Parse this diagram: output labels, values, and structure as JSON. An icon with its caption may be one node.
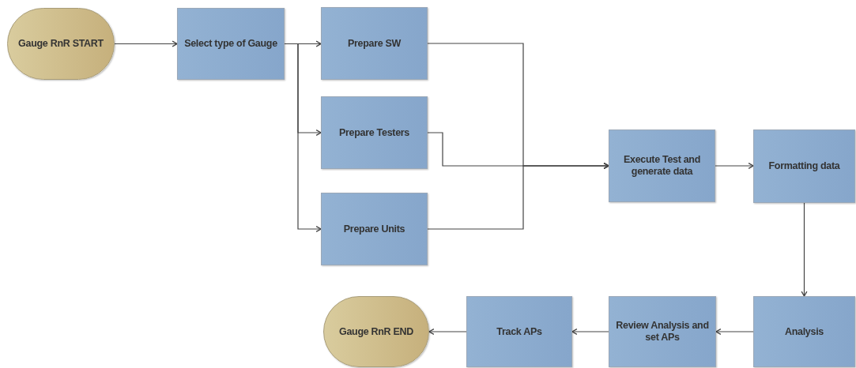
{
  "diagram": {
    "nodes": [
      {
        "text": [
          "Gauge RnR START"
        ]
      },
      {
        "text": [
          "Select type of Gauge"
        ]
      },
      {
        "text": [
          "Prepare SW"
        ]
      },
      {
        "text": [
          "Prepare Testers"
        ]
      },
      {
        "text": [
          "Prepare Units"
        ]
      },
      {
        "text": [
          "Execute Test and generate data"
        ]
      },
      {
        "text": [
          "Formatting data"
        ]
      },
      {
        "text": [
          "Analysis"
        ]
      },
      {
        "text": [
          "Review Analysis and set APs"
        ]
      },
      {
        "text": [
          "Track APs"
        ]
      },
      {
        "text": [
          "Gauge RnR END"
        ]
      }
    ],
    "edges": [
      {
        "from": 0,
        "to": 1,
        "arrow": "to"
      },
      {
        "from": 1,
        "to": 2,
        "arrow": "to"
      },
      {
        "from": 1,
        "to": 3,
        "arrow": "to"
      },
      {
        "from": 1,
        "to": 4,
        "arrow": "to"
      },
      {
        "from": 2,
        "to": 5,
        "arrow": "to"
      },
      {
        "from": 3,
        "to": 5,
        "arrow": "to"
      },
      {
        "from": 4,
        "to": 5,
        "arrow": "to"
      },
      {
        "from": 5,
        "to": 6,
        "arrow": "to"
      },
      {
        "from": 6,
        "to": 7,
        "arrow": "to"
      },
      {
        "from": 7,
        "to": 8,
        "arrow": "to"
      },
      {
        "from": 8,
        "to": 9,
        "arrow": "to"
      },
      {
        "from": 9,
        "to": 10,
        "arrow": "to"
      }
    ]
  }
}
